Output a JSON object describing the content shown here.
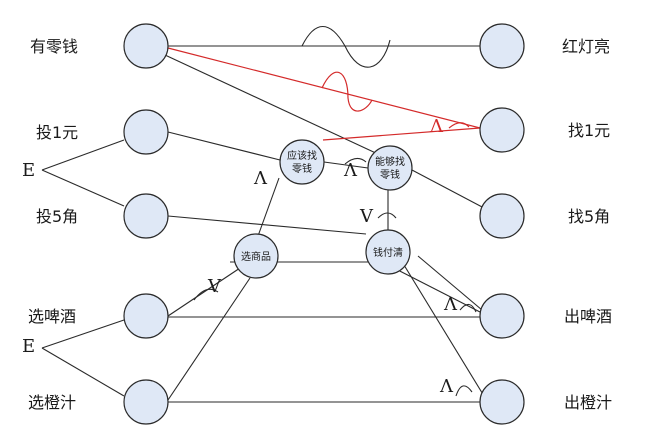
{
  "colors": {
    "line": "#2a2a2a",
    "red": "#d42a2a",
    "node_fill": "#dfe8f6"
  },
  "left_labels": {
    "has_change": "有零钱",
    "insert_1yuan": "投1元",
    "insert_5jiao": "投5角",
    "choose_beer": "选啤酒",
    "choose_juice": "选橙汁"
  },
  "right_labels": {
    "red_light": "红灯亮",
    "change_1yuan": "找1元",
    "change_5jiao": "找5角",
    "dispense_beer": "出啤酒",
    "dispense_juice": "出橙汁"
  },
  "inner_nodes": {
    "should_change_line1": "应该找",
    "should_change_line2": "零钱",
    "can_change_line1": "能够找",
    "can_change_line2": "零钱",
    "select_product": "选商品",
    "accept_payment": "钱付清"
  },
  "symbols": {
    "e_top": "E",
    "e_bottom": "E",
    "and1": "Λ",
    "and2": "Λ",
    "and_red": "Λ",
    "or1": "V",
    "or2": "V",
    "and3": "Λ",
    "and4": "Λ"
  }
}
